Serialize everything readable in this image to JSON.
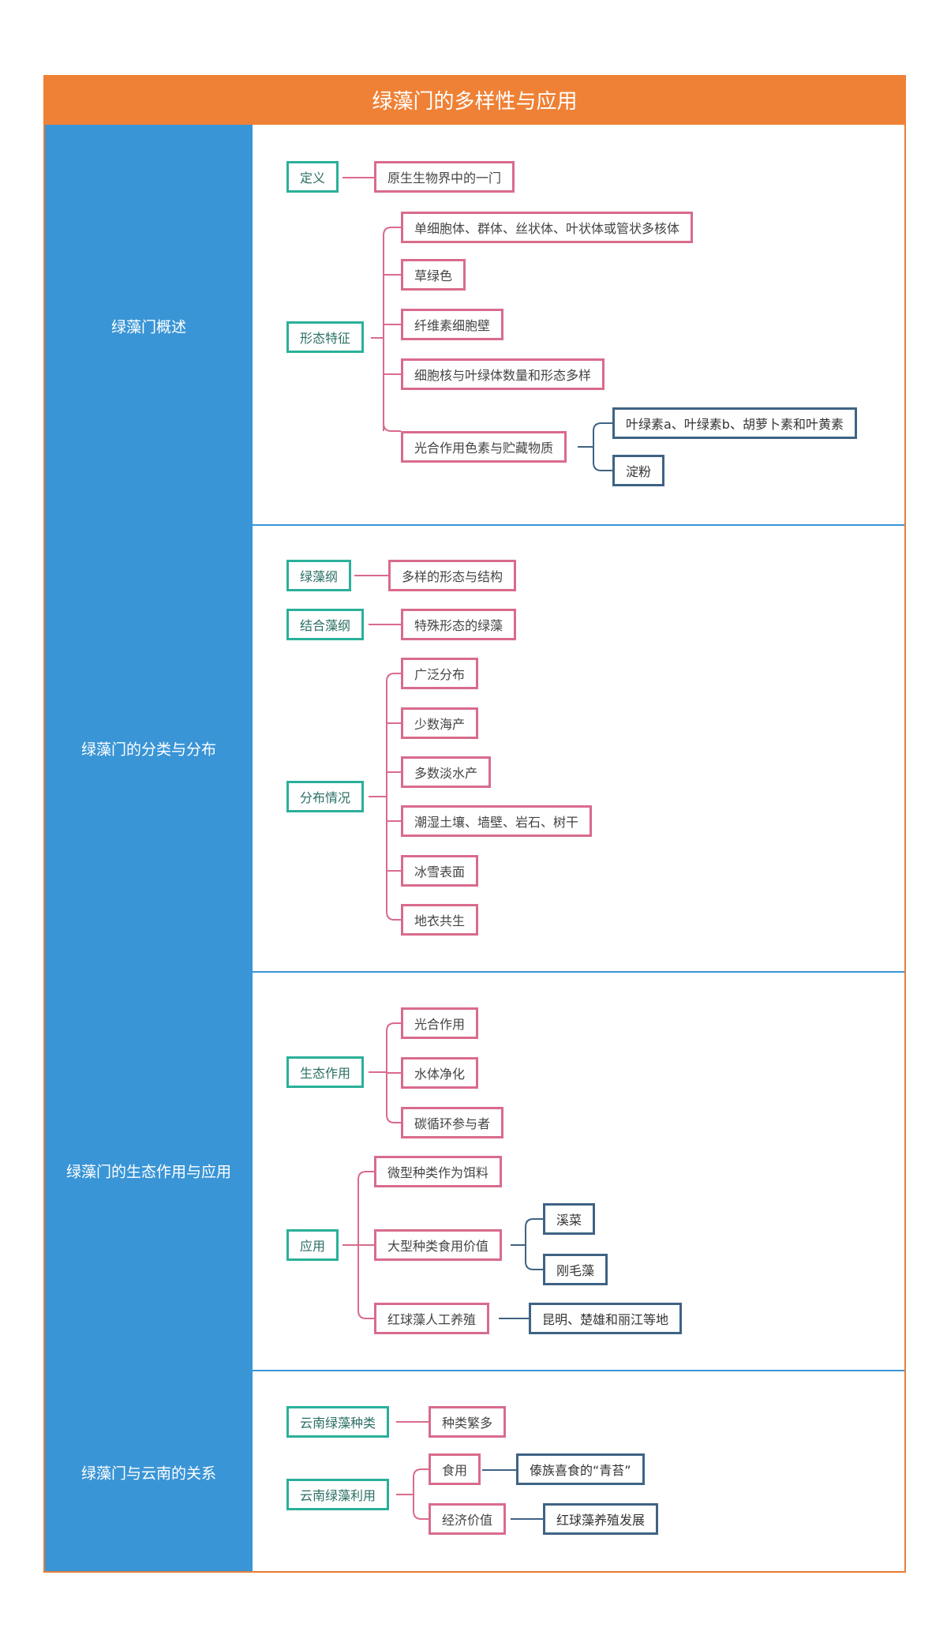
{
  "title": "绿藻门的多样性与应用",
  "colors": {
    "header": "#ef8136",
    "left_column": "#3a95d6",
    "level1": "#2ab09a",
    "level2": "#d96b8c",
    "level3": "#3f6384"
  },
  "sections": [
    {
      "label": "绿藻门概述"
    },
    {
      "label": "绿藻门的分类与分布"
    },
    {
      "label": "绿藻门的生态作用与应用"
    },
    {
      "label": "绿藻门与云南的关系"
    }
  ],
  "nodes": {
    "n1": "定义",
    "n2": "原生生物界中的一门",
    "n3": "形态特征",
    "n4": "单细胞体、群体、丝状体、叶状体或管状多核体",
    "n5": "草绿色",
    "n6": "纤维素细胞壁",
    "n7": "细胞核与叶绿体数量和形态多样",
    "n8": "光合作用色素与贮藏物质",
    "n9": "叶绿素a、叶绿素b、胡萝卜素和叶黄素",
    "n10": "淀粉",
    "n11": "绿藻纲",
    "n12": "多样的形态与结构",
    "n13": "结合藻纲",
    "n14": "特殊形态的绿藻",
    "n15": "分布情况",
    "n16": "广泛分布",
    "n17": "少数海产",
    "n18": "多数淡水产",
    "n19": "潮湿土壤、墙壁、岩石、树干",
    "n20": "冰雪表面",
    "n21": "地衣共生",
    "n22": "生态作用",
    "n23": "光合作用",
    "n24": "水体净化",
    "n25": "碳循环参与者",
    "n26": "应用",
    "n27": "微型种类作为饵料",
    "n28": "大型种类食用价值",
    "n29": "溪菜",
    "n30": "刚毛藻",
    "n31": "红球藻人工养殖",
    "n32": "昆明、楚雄和丽江等地",
    "n33": "云南绿藻种类",
    "n34": "种类繁多",
    "n35": "云南绿藻利用",
    "n36": "食用",
    "n37": "傣族喜食的“青苔”",
    "n38": "经济价值",
    "n39": "红球藻养殖发展"
  }
}
